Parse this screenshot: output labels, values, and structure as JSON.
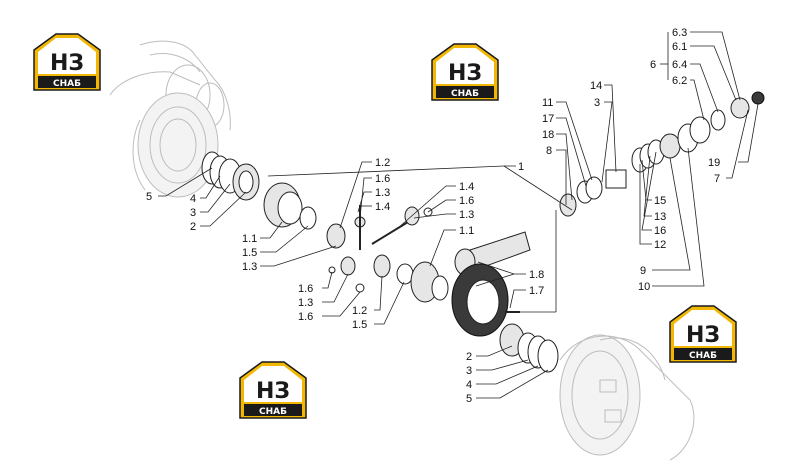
{
  "brand": {
    "logo_mark": "НЗ",
    "logo_caption": "СНАБ",
    "logo_color": "#f2b705",
    "logo_dark": "#1a1a1a"
  },
  "labels": {
    "l_6_3": "6.3",
    "l_6_1": "6.1",
    "l_6": "6",
    "l_6_4": "6.4",
    "l_6_2": "6.2",
    "l_19": "19",
    "l_7": "7",
    "l_14": "14",
    "l_3_top": "3",
    "l_11": "11",
    "l_17": "17",
    "l_18": "18",
    "l_8": "8",
    "l_1": "1",
    "l_15": "15",
    "l_13": "13",
    "l_16": "16",
    "l_12": "12",
    "l_9": "9",
    "l_10": "10",
    "l_5_left": "5",
    "l_4_left": "4",
    "l_3_left": "3",
    "l_2_left": "2",
    "l_1_1_left": "1.1",
    "l_1_5_left": "1.5",
    "l_1_3_left": "1.3",
    "l_1_2_top": "1.2",
    "l_1_6_top": "1.6",
    "l_1_3_top": "1.3",
    "l_1_4_top": "1.4",
    "l_1_4_right": "1.4",
    "l_1_6_right": "1.6",
    "l_1_3_right": "1.3",
    "l_1_1_right": "1.1",
    "l_1_8": "1.8",
    "l_1_7": "1.7",
    "l_1_6_low": "1.6",
    "l_1_3_low": "1.3",
    "l_1_6_low2": "1.6",
    "l_1_2_low": "1.2",
    "l_1_5_low": "1.5",
    "l_2_bot": "2",
    "l_3_bot": "3",
    "l_4_bot": "4",
    "l_5_bot": "5"
  }
}
